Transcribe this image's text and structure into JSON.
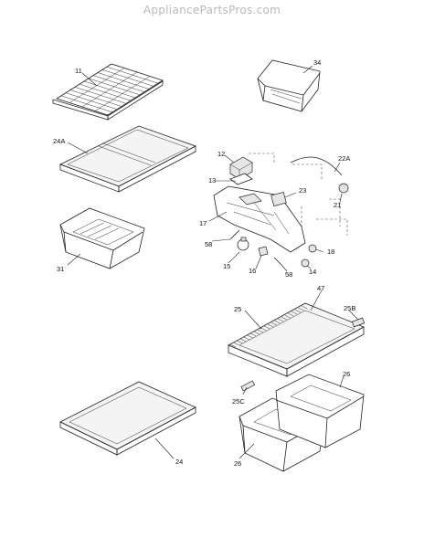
{
  "watermark": "AppliancePartsPros.com",
  "parts": [
    {
      "id": "11"
    },
    {
      "id": "34"
    },
    {
      "id": "24A"
    },
    {
      "id": "12"
    },
    {
      "id": "22A"
    },
    {
      "id": "13"
    },
    {
      "id": "23"
    },
    {
      "id": "21"
    },
    {
      "id": "17"
    },
    {
      "id": "58"
    },
    {
      "id": "18"
    },
    {
      "id": "15"
    },
    {
      "id": "16"
    },
    {
      "id": "58"
    },
    {
      "id": "14"
    },
    {
      "id": "31"
    },
    {
      "id": "47"
    },
    {
      "id": "25"
    },
    {
      "id": "25B"
    },
    {
      "id": "26"
    },
    {
      "id": "25C"
    },
    {
      "id": "24"
    },
    {
      "id": "26"
    }
  ]
}
